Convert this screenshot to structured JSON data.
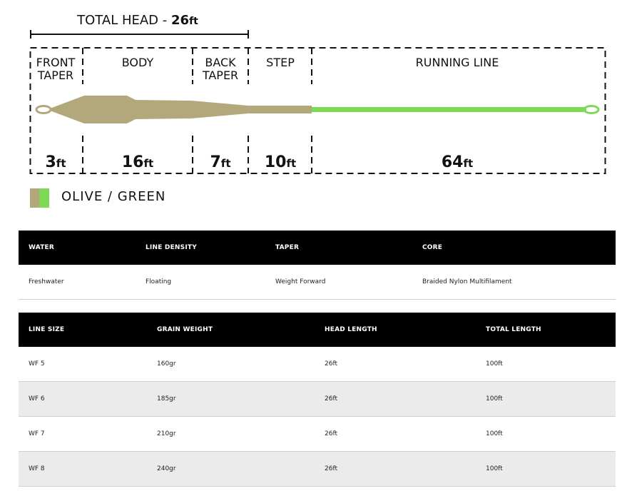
{
  "diagram": {
    "total_head": {
      "label": "TOTAL HEAD - ",
      "value": "26",
      "unit": "ft"
    },
    "sections": [
      {
        "id": "front-taper",
        "lines": [
          "FRONT",
          "TAPER"
        ],
        "value": "3",
        "unit": "ft"
      },
      {
        "id": "body",
        "lines": [
          "BODY"
        ],
        "value": "16",
        "unit": "ft"
      },
      {
        "id": "back-taper",
        "lines": [
          "BACK",
          "TAPER"
        ],
        "value": "7",
        "unit": "ft"
      },
      {
        "id": "step",
        "lines": [
          "STEP"
        ],
        "value": "10",
        "unit": "ft"
      },
      {
        "id": "running-line",
        "lines": [
          "RUNNING LINE"
        ],
        "value": "64",
        "unit": "ft"
      }
    ],
    "colors": {
      "head": "#b3a87c",
      "running_line": "#7ed957"
    }
  },
  "legend": {
    "label": "OLIVE / GREEN",
    "colors": [
      "#b3a87c",
      "#7ed957"
    ]
  },
  "table1": {
    "headers": [
      "WATER",
      "LINE DENSITY",
      "TAPER",
      "CORE"
    ],
    "rows": [
      [
        "Freshwater",
        "Floating",
        "Weight Forward",
        "Braided Nylon Multifilament"
      ]
    ]
  },
  "table2": {
    "headers": [
      "LINE SIZE",
      "GRAIN WEIGHT",
      "HEAD LENGTH",
      "TOTAL LENGTH"
    ],
    "rows": [
      [
        "WF 5",
        "160gr",
        "26ft",
        "100ft"
      ],
      [
        "WF 6",
        "185gr",
        "26ft",
        "100ft"
      ],
      [
        "WF 7",
        "210gr",
        "26ft",
        "100ft"
      ],
      [
        "WF 8",
        "240gr",
        "26ft",
        "100ft"
      ]
    ]
  }
}
